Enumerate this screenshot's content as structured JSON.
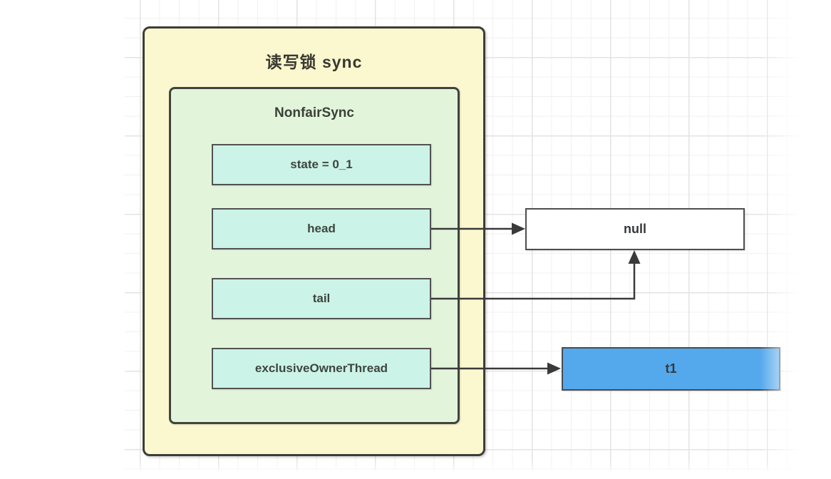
{
  "diagram": {
    "outer_container": {
      "title": "读写锁 sync"
    },
    "inner_container": {
      "title": "NonfairSync"
    },
    "fields": [
      {
        "id": "state",
        "label": "state = 0_1"
      },
      {
        "id": "head",
        "label": "head"
      },
      {
        "id": "tail",
        "label": "tail"
      },
      {
        "id": "exclusiveOwnerThread",
        "label": "exclusiveOwnerThread"
      }
    ],
    "nodes": [
      {
        "id": "null-node",
        "label": "null"
      },
      {
        "id": "t1-node",
        "label": "t1"
      }
    ],
    "edges": [
      {
        "from": "head",
        "to": "null-node",
        "style": "straight-right"
      },
      {
        "from": "tail",
        "to": "null-node",
        "style": "right-then-up"
      },
      {
        "from": "exclusiveOwnerThread",
        "to": "t1-node",
        "style": "straight-right"
      }
    ],
    "colors": {
      "outer_fill": "#fbf8cf",
      "inner_fill": "#e2f5da",
      "field_fill": "#ccf3e7",
      "null_fill": "#ffffff",
      "t1_fill": "#54a8ec",
      "border_dark": "#3d3d38",
      "arrow": "#3a3a3a",
      "grid_line": "#f0f0f0",
      "grid_line_major": "#e3e3e3"
    }
  }
}
